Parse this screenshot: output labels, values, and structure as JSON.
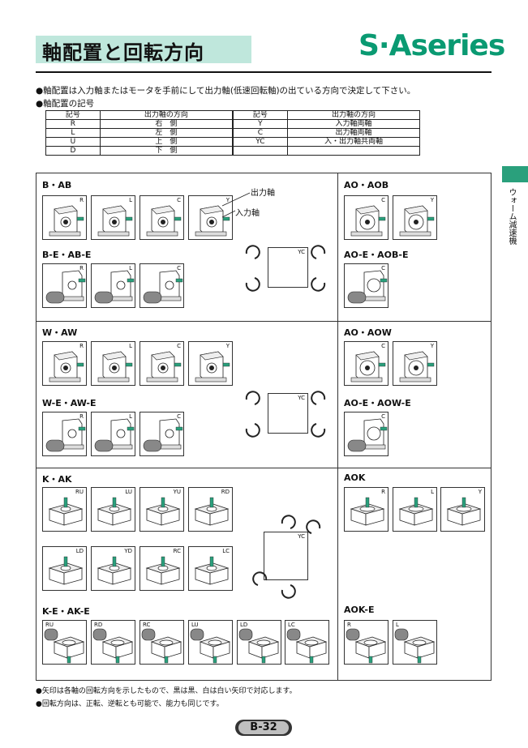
{
  "header": {
    "title": "軸配置と回転方向",
    "series_logo": "S·Aseries"
  },
  "notes": {
    "line1": "●軸配置は入力軸またはモータを手前にして出力軸(低速回転軸)の出ている方向で決定して下さい。",
    "line2": "●軸配置の記号"
  },
  "code_table": {
    "headers": [
      "記号",
      "出力軸の方向",
      "記号",
      "出力軸の方向"
    ],
    "rows": [
      [
        "R",
        "右　側",
        "Y",
        "入力軸両軸"
      ],
      [
        "L",
        "左　側",
        "C",
        "出力軸両軸"
      ],
      [
        "U",
        "上　側",
        "YC",
        "入・出力軸共両軸"
      ],
      [
        "D",
        "下　側",
        "",
        ""
      ]
    ]
  },
  "side_tab": {
    "label": "ウォーム減速機",
    "color": "#2aa07c"
  },
  "sections": {
    "b_ab": {
      "label": "B・AB",
      "codes": [
        "R",
        "L",
        "C",
        "Y"
      ]
    },
    "b_e": {
      "label": "B-E・AB-E",
      "codes": [
        "R",
        "L",
        "C"
      ]
    },
    "ao_aob": {
      "label": "AO・AOB",
      "codes": [
        "C",
        "Y"
      ]
    },
    "ao_e_aob_e": {
      "label": "AO-E・AOB-E",
      "codes": [
        "C"
      ]
    },
    "w_aw": {
      "label": "W・AW",
      "codes": [
        "R",
        "L",
        "C",
        "Y"
      ]
    },
    "w_e": {
      "label": "W-E・AW-E",
      "codes": [
        "R",
        "L",
        "C"
      ]
    },
    "ao_aow": {
      "label": "AO・AOW",
      "codes": [
        "C",
        "Y"
      ]
    },
    "ao_e_aow_e": {
      "label": "AO-E・AOW-E",
      "codes": [
        "C"
      ]
    },
    "k_ak": {
      "label": "K・AK",
      "codes_row1": [
        "RU",
        "LU",
        "YU",
        "RD"
      ],
      "codes_row2": [
        "LD",
        "YD",
        "RC",
        "LC"
      ]
    },
    "aok": {
      "label": "AOK",
      "codes": [
        "R",
        "L",
        "Y"
      ]
    },
    "k_e": {
      "label": "K-E・AK-E",
      "codes": [
        "RU",
        "RD",
        "RC",
        "LU",
        "LD",
        "LC"
      ]
    },
    "aok_e": {
      "label": "AOK-E",
      "codes": [
        "R",
        "L"
      ]
    }
  },
  "callouts": {
    "output_shaft": "出力軸",
    "input_shaft": "入力軸",
    "yc": "YC"
  },
  "footnotes": {
    "line1": "●矢印は各軸の回転方向を示したもので、黒は黒、白は白い矢印で対応します。",
    "line2": "●回転方向は、正転、逆転とも可能で、能力も同じです。"
  },
  "page": {
    "number": "B-32"
  },
  "colors": {
    "accent_green": "#0a9a72",
    "title_band": "#bfe7dc",
    "shaft_green": "#2aa07c"
  }
}
